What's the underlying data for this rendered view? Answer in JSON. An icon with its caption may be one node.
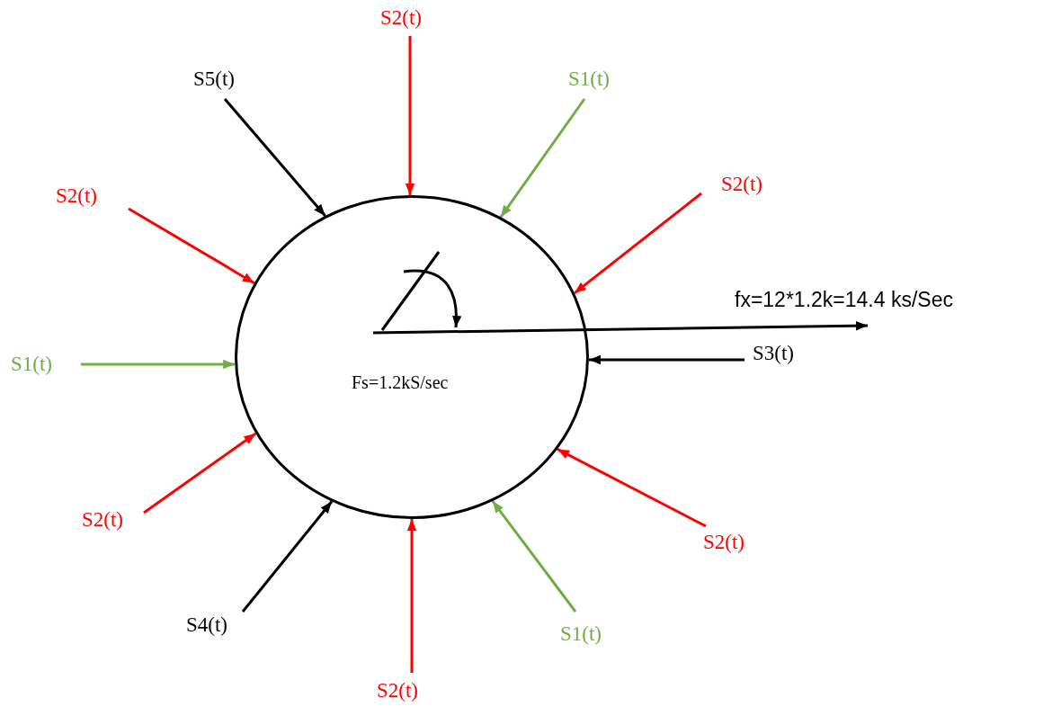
{
  "diagram": {
    "nodes": [
      {
        "text": [
          "Fs=1.2kS/sec"
        ]
      },
      {
        "text": [
          "S2(t)"
        ]
      },
      {
        "text": [
          "S5(t)"
        ]
      },
      {
        "text": [
          "S1(t)"
        ]
      },
      {
        "text": [
          "S2(t)"
        ]
      },
      {
        "text": [
          "S2(t)"
        ]
      },
      {
        "text": [
          "fx=12*1.2k=14.4 ks/Sec"
        ]
      },
      {
        "text": [
          "S3(t)"
        ]
      },
      {
        "text": [
          "S1(t)"
        ]
      },
      {
        "text": [
          "S2(t)"
        ]
      },
      {
        "text": [
          "S2(t)"
        ]
      },
      {
        "text": [
          "S4(t)"
        ]
      },
      {
        "text": [
          "S1(t)"
        ]
      },
      {
        "text": [
          "S2(t)"
        ]
      }
    ],
    "edges": [
      {
        "from": 1,
        "to": 0,
        "arrow": "to"
      },
      {
        "from": 2,
        "to": 0,
        "arrow": "to",
        "color": "#000000"
      },
      {
        "from": 3,
        "to": 0,
        "arrow": "to",
        "color": "#70ad47"
      },
      {
        "from": 4,
        "to": 0,
        "arrow": "to"
      },
      {
        "from": 5,
        "to": 0,
        "arrow": "to"
      },
      {
        "from": 0,
        "to": 6,
        "arrow": "to",
        "color": "#000000"
      },
      {
        "from": 7,
        "to": 0,
        "arrow": "to",
        "color": "#000000"
      },
      {
        "from": 8,
        "to": 0,
        "arrow": "to",
        "color": "#70ad47"
      },
      {
        "from": 9,
        "to": 0,
        "arrow": "to"
      },
      {
        "from": 10,
        "to": 0,
        "arrow": "to"
      },
      {
        "from": 11,
        "to": 0,
        "arrow": "to",
        "color": "#000000"
      },
      {
        "from": 12,
        "to": 0,
        "arrow": "to",
        "color": "#70ad47"
      },
      {
        "from": 13,
        "to": 0,
        "arrow": "to"
      }
    ]
  }
}
